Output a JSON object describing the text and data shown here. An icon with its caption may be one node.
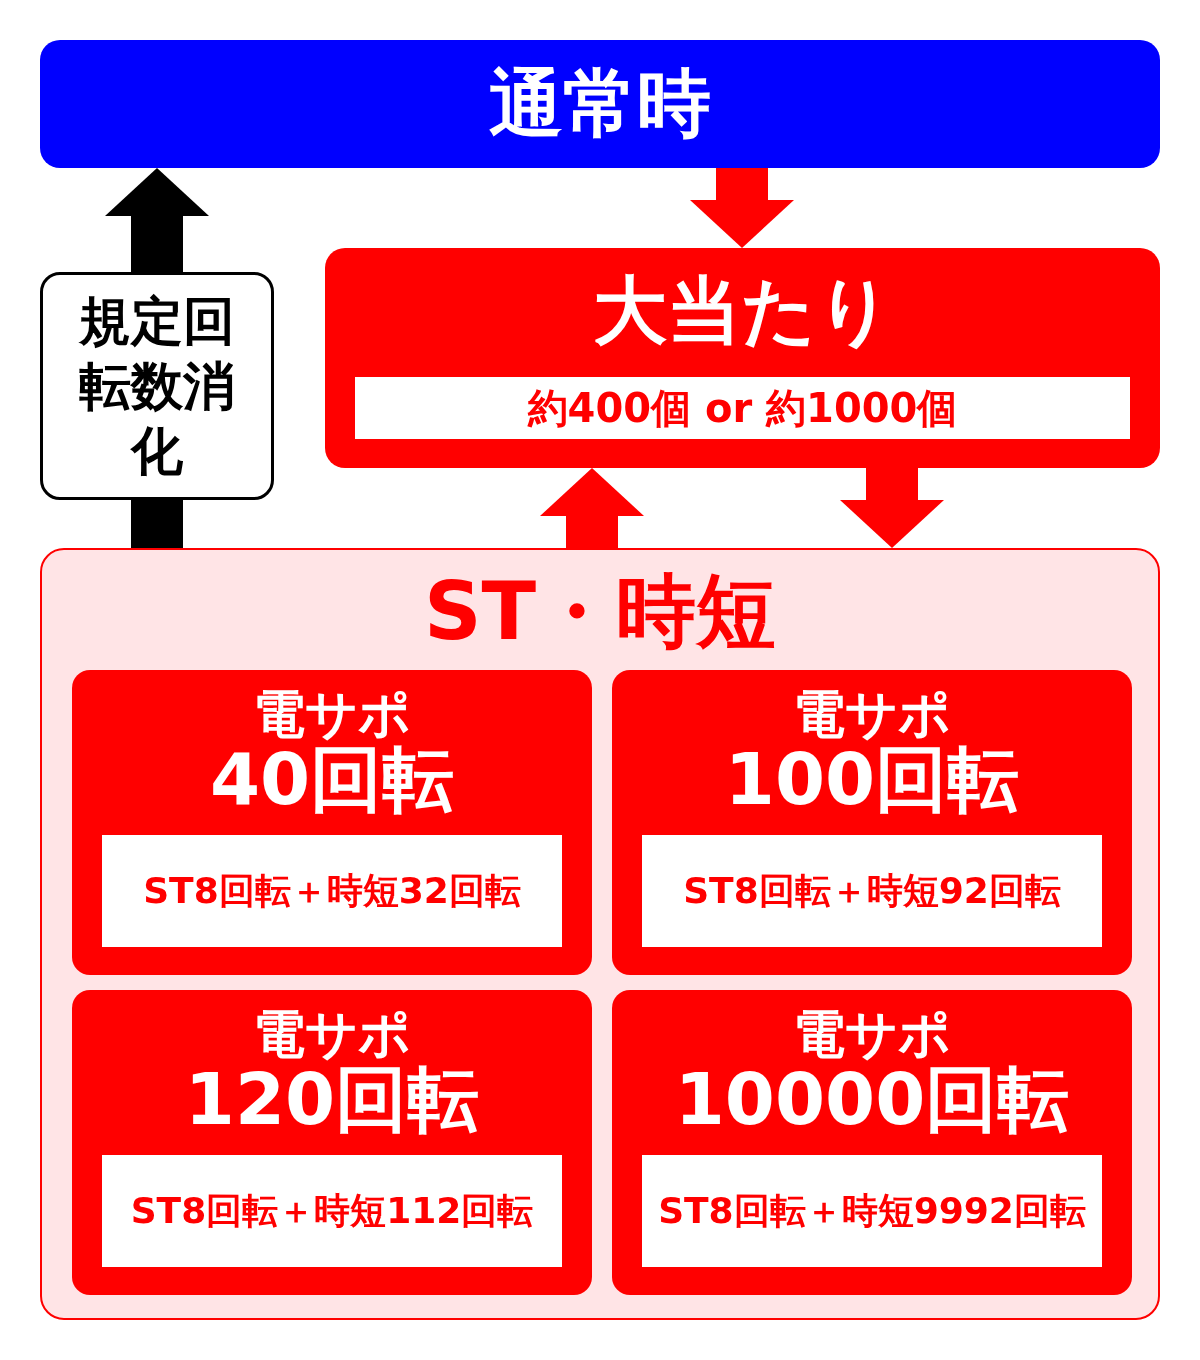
{
  "diagram": {
    "nodes": [
      {
        "text": [
          "通常時"
        ]
      },
      {
        "text": [
          "大当たり",
          "約400個 or 約1000個"
        ]
      },
      {
        "text": [
          "規定回転数消化"
        ]
      },
      {
        "text": [
          "ST・時短"
        ]
      },
      {
        "text": [
          "電サポ",
          "40回転",
          "ST8回転＋時短32回転"
        ],
        "in": 3
      },
      {
        "text": [
          "電サポ",
          "100回転",
          "ST8回転＋時短92回転"
        ],
        "in": 3
      },
      {
        "text": [
          "電サポ",
          "120回転",
          "ST8回転＋時短112回転"
        ],
        "in": 3
      },
      {
        "text": [
          "電サポ",
          "10000回転",
          "ST8回転＋時短9992回転"
        ],
        "in": 3
      }
    ],
    "edges": [
      {
        "from": 0,
        "to": 1,
        "arrow": "to"
      },
      {
        "from": 1,
        "to": 3,
        "arrow": "to"
      },
      {
        "from": 3,
        "to": 1,
        "arrow": "to"
      },
      {
        "from": 3,
        "to": 2,
        "arrow": "none",
        "color": "#000000"
      },
      {
        "from": 2,
        "to": 0,
        "arrow": "to",
        "color": "#000000"
      }
    ]
  }
}
